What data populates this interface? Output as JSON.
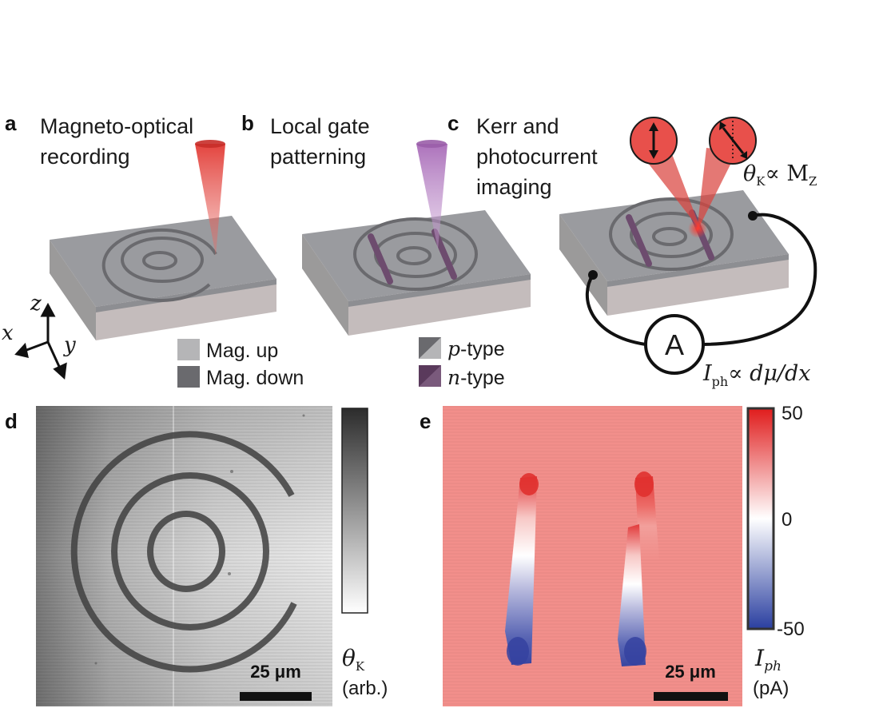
{
  "panels": {
    "a": {
      "letter": "a",
      "title_line1": "Magneto-optical",
      "title_line2": "recording"
    },
    "b": {
      "letter": "b",
      "title_line1": "Local gate",
      "title_line2": "patterning"
    },
    "c": {
      "letter": "c",
      "title_line1": "Kerr and",
      "title_line2": "photocurrent",
      "title_line3": "imaging"
    },
    "d": {
      "letter": "d"
    },
    "e": {
      "letter": "e"
    }
  },
  "axes_triad": {
    "x": "x",
    "y": "y",
    "z": "z"
  },
  "legend_a": {
    "up": "Mag. up",
    "down": "Mag. down",
    "up_color": "#b5b5b7",
    "down_color": "#6a6a6e"
  },
  "legend_b": {
    "p_italic": "p",
    "p_rest": "-type",
    "n_italic": "n",
    "n_rest": "-type",
    "p_color": "#8e8e92",
    "n_color": "#6d4c6e"
  },
  "panel_c_labels": {
    "kerr_theta": "θ",
    "kerr_sub": "K",
    "kerr_prop": "∝ M",
    "kerr_msub": "Z",
    "ammeter": "A",
    "iph_i": "I",
    "iph_sub": "ph",
    "iph_rest": "∝ dμ/dx"
  },
  "panel_d": {
    "scalebar": "25 μm",
    "colorbar_theta": "θ",
    "colorbar_sub": "K",
    "colorbar_units": "(arb.)"
  },
  "panel_e": {
    "scalebar": "25 μm",
    "colorbar_max": "50",
    "colorbar_mid": "0",
    "colorbar_min": "-50",
    "colorbar_i": "I",
    "colorbar_isub": "ph",
    "colorbar_units": "(pA)"
  },
  "colors": {
    "slab_top": "#9a9b9f",
    "slab_side": "#c4bcbc",
    "laser_red": "#d9443f",
    "laser_purple": "#b985c4",
    "pos": "#e0312f",
    "neg": "#2a3f9a"
  }
}
